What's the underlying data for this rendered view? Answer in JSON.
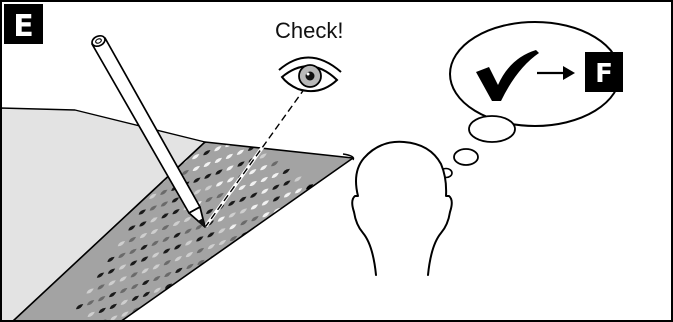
{
  "panel": {
    "step_label": "E",
    "check_text": "Check!",
    "next_step_label": "F"
  },
  "colors": {
    "frame": "#000000",
    "background": "#ffffff",
    "sheet": "#e3e3e3",
    "strip": "#a3a3a3",
    "drop_dark": "#1a1a1a",
    "drop_light": "#f2f2f2",
    "iris": "#b8b8b8"
  },
  "icons": {
    "pencil": "pencil-icon",
    "eye": "eye-icon",
    "checkmark": "checkmark-icon",
    "arrow": "arrow-right-icon",
    "head": "head-icon",
    "thought_bubble": "thought-bubble-icon"
  }
}
